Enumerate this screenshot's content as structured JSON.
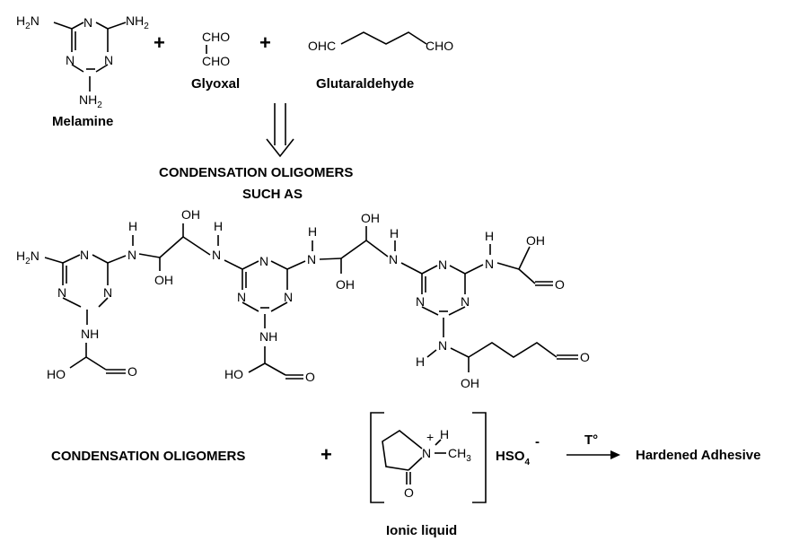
{
  "reactants": {
    "melamine": {
      "name": "Melamine",
      "nh2": "NH",
      "sub2": "2",
      "h2n_h": "H",
      "h2n_sub": "2",
      "h2n_n": "N",
      "ring_n": "N"
    },
    "glyoxal": {
      "name": "Glyoxal",
      "cho": "CHO"
    },
    "glutaraldehyde": {
      "name": "Glutaraldehyde",
      "ohc": "OHC",
      "cho": "CHO"
    },
    "plus": "+"
  },
  "condensation": {
    "line1": "CONDENSATION OLIGOMERS",
    "line2": "SUCH AS"
  },
  "oligomer": {
    "n": "N",
    "h": "H",
    "oh": "OH",
    "ho": "HO",
    "o": "O",
    "nh": "NH",
    "h2n_h": "H",
    "h2n_sub": "2",
    "h2n_n": "N"
  },
  "bottom": {
    "label": "CONDENSATION OLIGOMERS",
    "plus": "+",
    "ionic_liquid": "Ionic liquid",
    "hso4": "HSO",
    "hso4_sub": "4",
    "charge_minus": "-",
    "charge_plus": "+",
    "ch3": "CH",
    "ch3_sub": "3",
    "n": "N",
    "h": "H",
    "o": "O",
    "temperature": "T°",
    "product": "Hardened Adhesive"
  }
}
